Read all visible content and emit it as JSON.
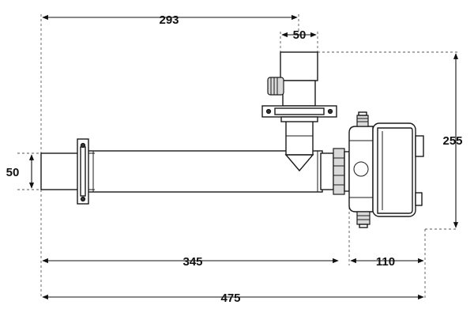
{
  "drawing": {
    "dimensions": {
      "top_length": "293",
      "top_pipe_width": "50",
      "inlet_diameter": "50",
      "height_right": "255",
      "pipe_length": "345",
      "head_depth": "110",
      "total_length": "475"
    }
  }
}
